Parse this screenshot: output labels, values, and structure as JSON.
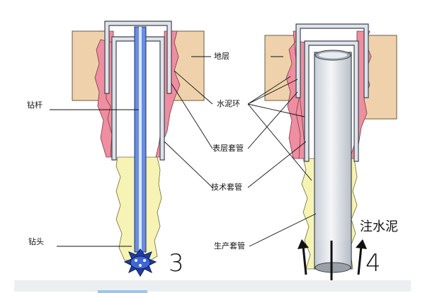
{
  "labels": {
    "formation": "地层",
    "drill_pipe": "钻杆",
    "cement_ring": "水泥环",
    "surface_casing": "表层套管",
    "technical_casing": "技术套管",
    "drill_bit": "钻头",
    "production_casing": "生产套管",
    "inject_cement": "注水泥"
  },
  "steps": {
    "left": "3",
    "right": "4"
  },
  "colors": {
    "formation": "#efd2ab",
    "cement_upper": "#ee8ea0",
    "cement_lower": "#f6f3b4",
    "pipe_blue": "#6a8de0",
    "casing_fill": "#dfe4ec",
    "casing_wall": "#5a5f66"
  }
}
